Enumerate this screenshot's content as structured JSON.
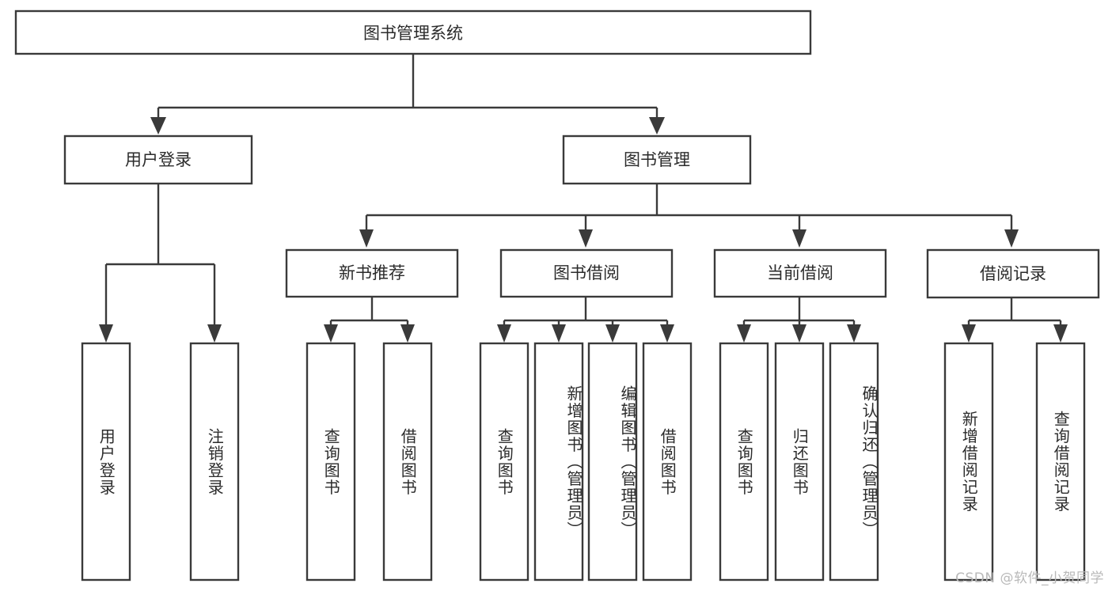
{
  "diagram": {
    "title": "图书管理系统",
    "watermark": "CSDN @软件_小贺同学",
    "colors": {
      "stroke": "#3a3a3a",
      "box_fill": "#ffffff",
      "text": "#2b2b2b",
      "background": "#ffffff",
      "watermark": "#b9b9b9"
    },
    "root": {
      "label": "图书管理系统",
      "orientation": "horizontal"
    },
    "level2": [
      {
        "label": "用户登录",
        "orientation": "horizontal"
      },
      {
        "label": "图书管理",
        "orientation": "horizontal"
      }
    ],
    "level3": [
      {
        "label": "新书推荐",
        "orientation": "horizontal"
      },
      {
        "label": "图书借阅",
        "orientation": "horizontal"
      },
      {
        "label": "当前借阅",
        "orientation": "horizontal"
      },
      {
        "label": "借阅记录",
        "orientation": "horizontal"
      }
    ],
    "leaves": [
      {
        "label": "用户登录",
        "parent": "用户登录",
        "orientation": "vertical"
      },
      {
        "label": "注销登录",
        "parent": "用户登录",
        "orientation": "vertical"
      },
      {
        "label": "查询图书",
        "parent": "新书推荐",
        "orientation": "vertical"
      },
      {
        "label": "借阅图书",
        "parent": "新书推荐",
        "orientation": "vertical"
      },
      {
        "label": "查询图书",
        "parent": "图书借阅",
        "orientation": "vertical"
      },
      {
        "label": "新增图书（管理员）",
        "parent": "图书借阅",
        "orientation": "vertical"
      },
      {
        "label": "编辑图书（管理员）",
        "parent": "图书借阅",
        "orientation": "vertical"
      },
      {
        "label": "借阅图书",
        "parent": "图书借阅",
        "orientation": "vertical"
      },
      {
        "label": "查询图书",
        "parent": "当前借阅",
        "orientation": "vertical"
      },
      {
        "label": "归还图书",
        "parent": "当前借阅",
        "orientation": "vertical"
      },
      {
        "label": "确认归还（管理员）",
        "parent": "当前借阅",
        "orientation": "vertical"
      },
      {
        "label": "新增借阅记录",
        "parent": "借阅记录",
        "orientation": "vertical"
      },
      {
        "label": "查询借阅记录",
        "parent": "借阅记录",
        "orientation": "vertical"
      }
    ]
  }
}
